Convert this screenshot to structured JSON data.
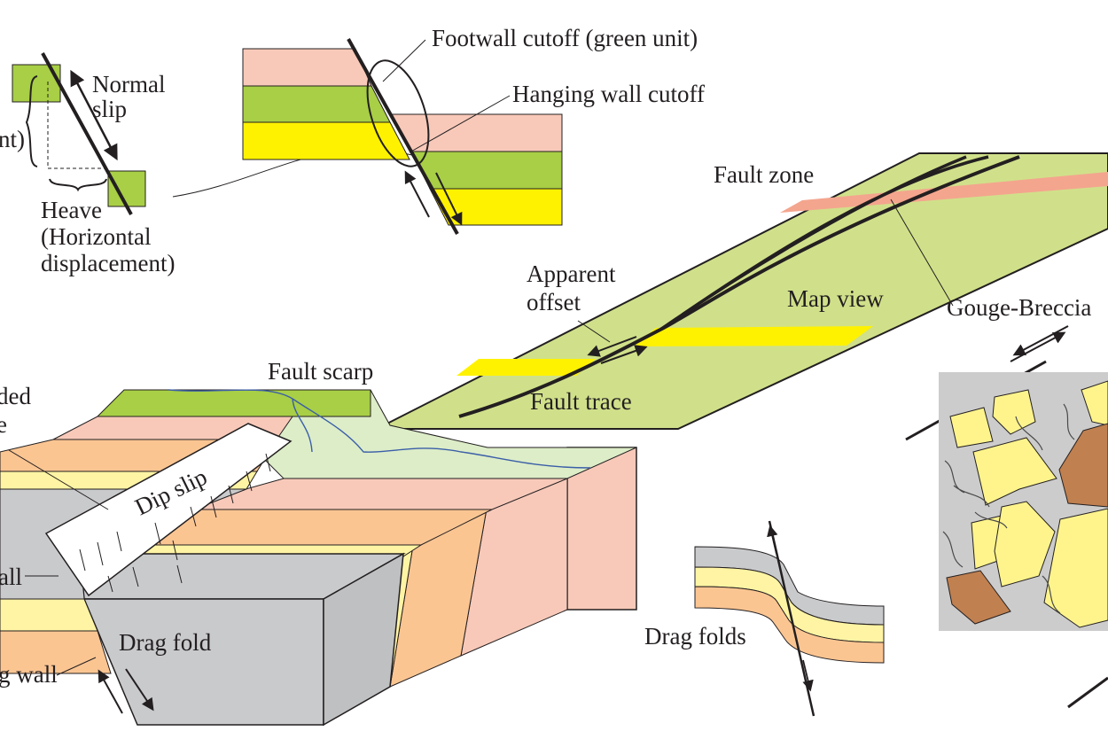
{
  "labels": {
    "normal_slip_1": "Normal",
    "normal_slip_2": "slip",
    "throw_fragment": "nt)",
    "heave_1": "Heave",
    "heave_2": "(Horizontal",
    "heave_3": "displacement)",
    "footwall_cutoff": "Footwall cutoff (green unit)",
    "hanging_wall_cutoff": "Hanging wall cutoff",
    "fault_zone": "Fault zone",
    "apparent_offset_1": "Apparent",
    "apparent_offset_2": "offset",
    "map_view": "Map view",
    "gouge_breccia": "Gouge-Breccia",
    "fault_trace": "Fault trace",
    "fault_scarp": "Fault scarp",
    "slickensided_1": "ded",
    "slickensided_2": "e",
    "dip_slip": "Dip slip",
    "footwall_fragment": "all",
    "drag_fold": "Drag fold",
    "hanging_wall_fragment": "g wall",
    "drag_folds": "Drag folds"
  },
  "colors": {
    "green_unit": "#a8cf45",
    "pink_unit": "#f8c9b9",
    "yellow_unit": "#fff200",
    "map_green": "#d0e08a",
    "map_pink": "#f4a58e",
    "orange_unit": "#fbc592",
    "pale_yellow": "#fff4a3",
    "gray_block": "#c9cacc",
    "gouge_gray": "#cccccc",
    "clast_yellow": "#fff48c",
    "clast_brown": "#c08050",
    "line": "#231f20"
  }
}
